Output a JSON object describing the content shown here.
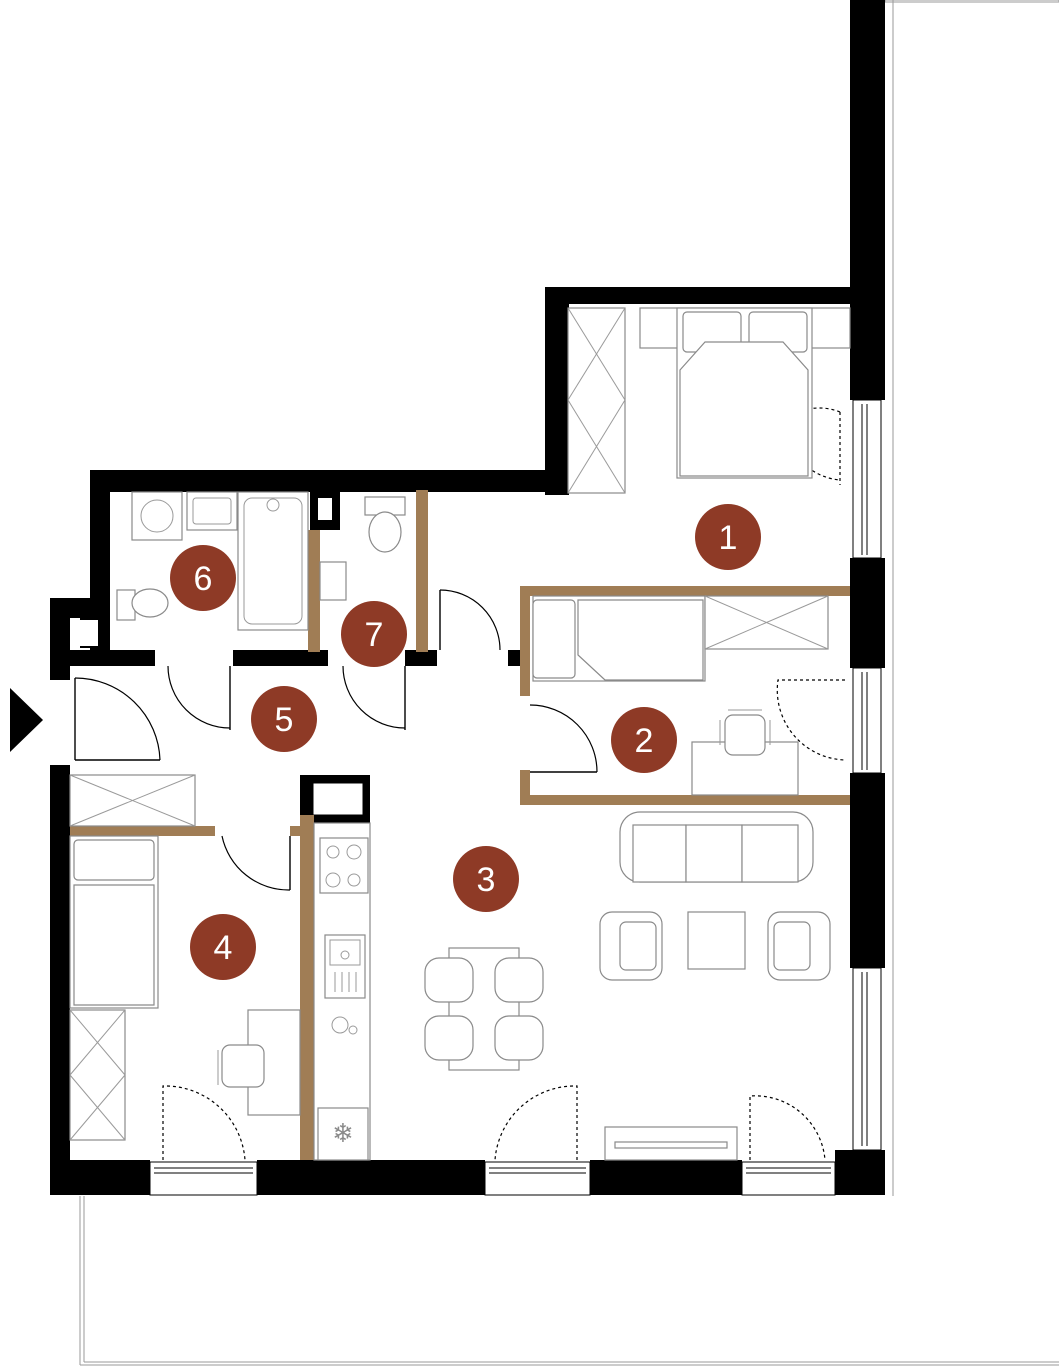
{
  "colors": {
    "wall": "#000000",
    "partition": "#a07d55",
    "room_badge": "#8e3a26",
    "badge_text": "#ffffff",
    "furniture_stroke": "#8a8a8a"
  },
  "entrance": {
    "icon": "entrance-arrow-icon"
  },
  "rooms": [
    {
      "label": "1"
    },
    {
      "label": "2"
    },
    {
      "label": "3"
    },
    {
      "label": "4"
    },
    {
      "label": "5"
    },
    {
      "label": "6"
    },
    {
      "label": "7"
    }
  ],
  "icons": [
    "double-bed-icon",
    "wardrobe-icon",
    "single-bed-icon",
    "desk-chair-icon",
    "sofa-icon",
    "armchair-icon",
    "coffee-table-icon",
    "dining-table-icon",
    "stove-icon",
    "sink-icon",
    "fridge-icon",
    "bathtub-icon",
    "toilet-icon",
    "washbasin-icon",
    "washing-machine-icon",
    "tv-stand-icon",
    "door-icon",
    "window-icon"
  ]
}
